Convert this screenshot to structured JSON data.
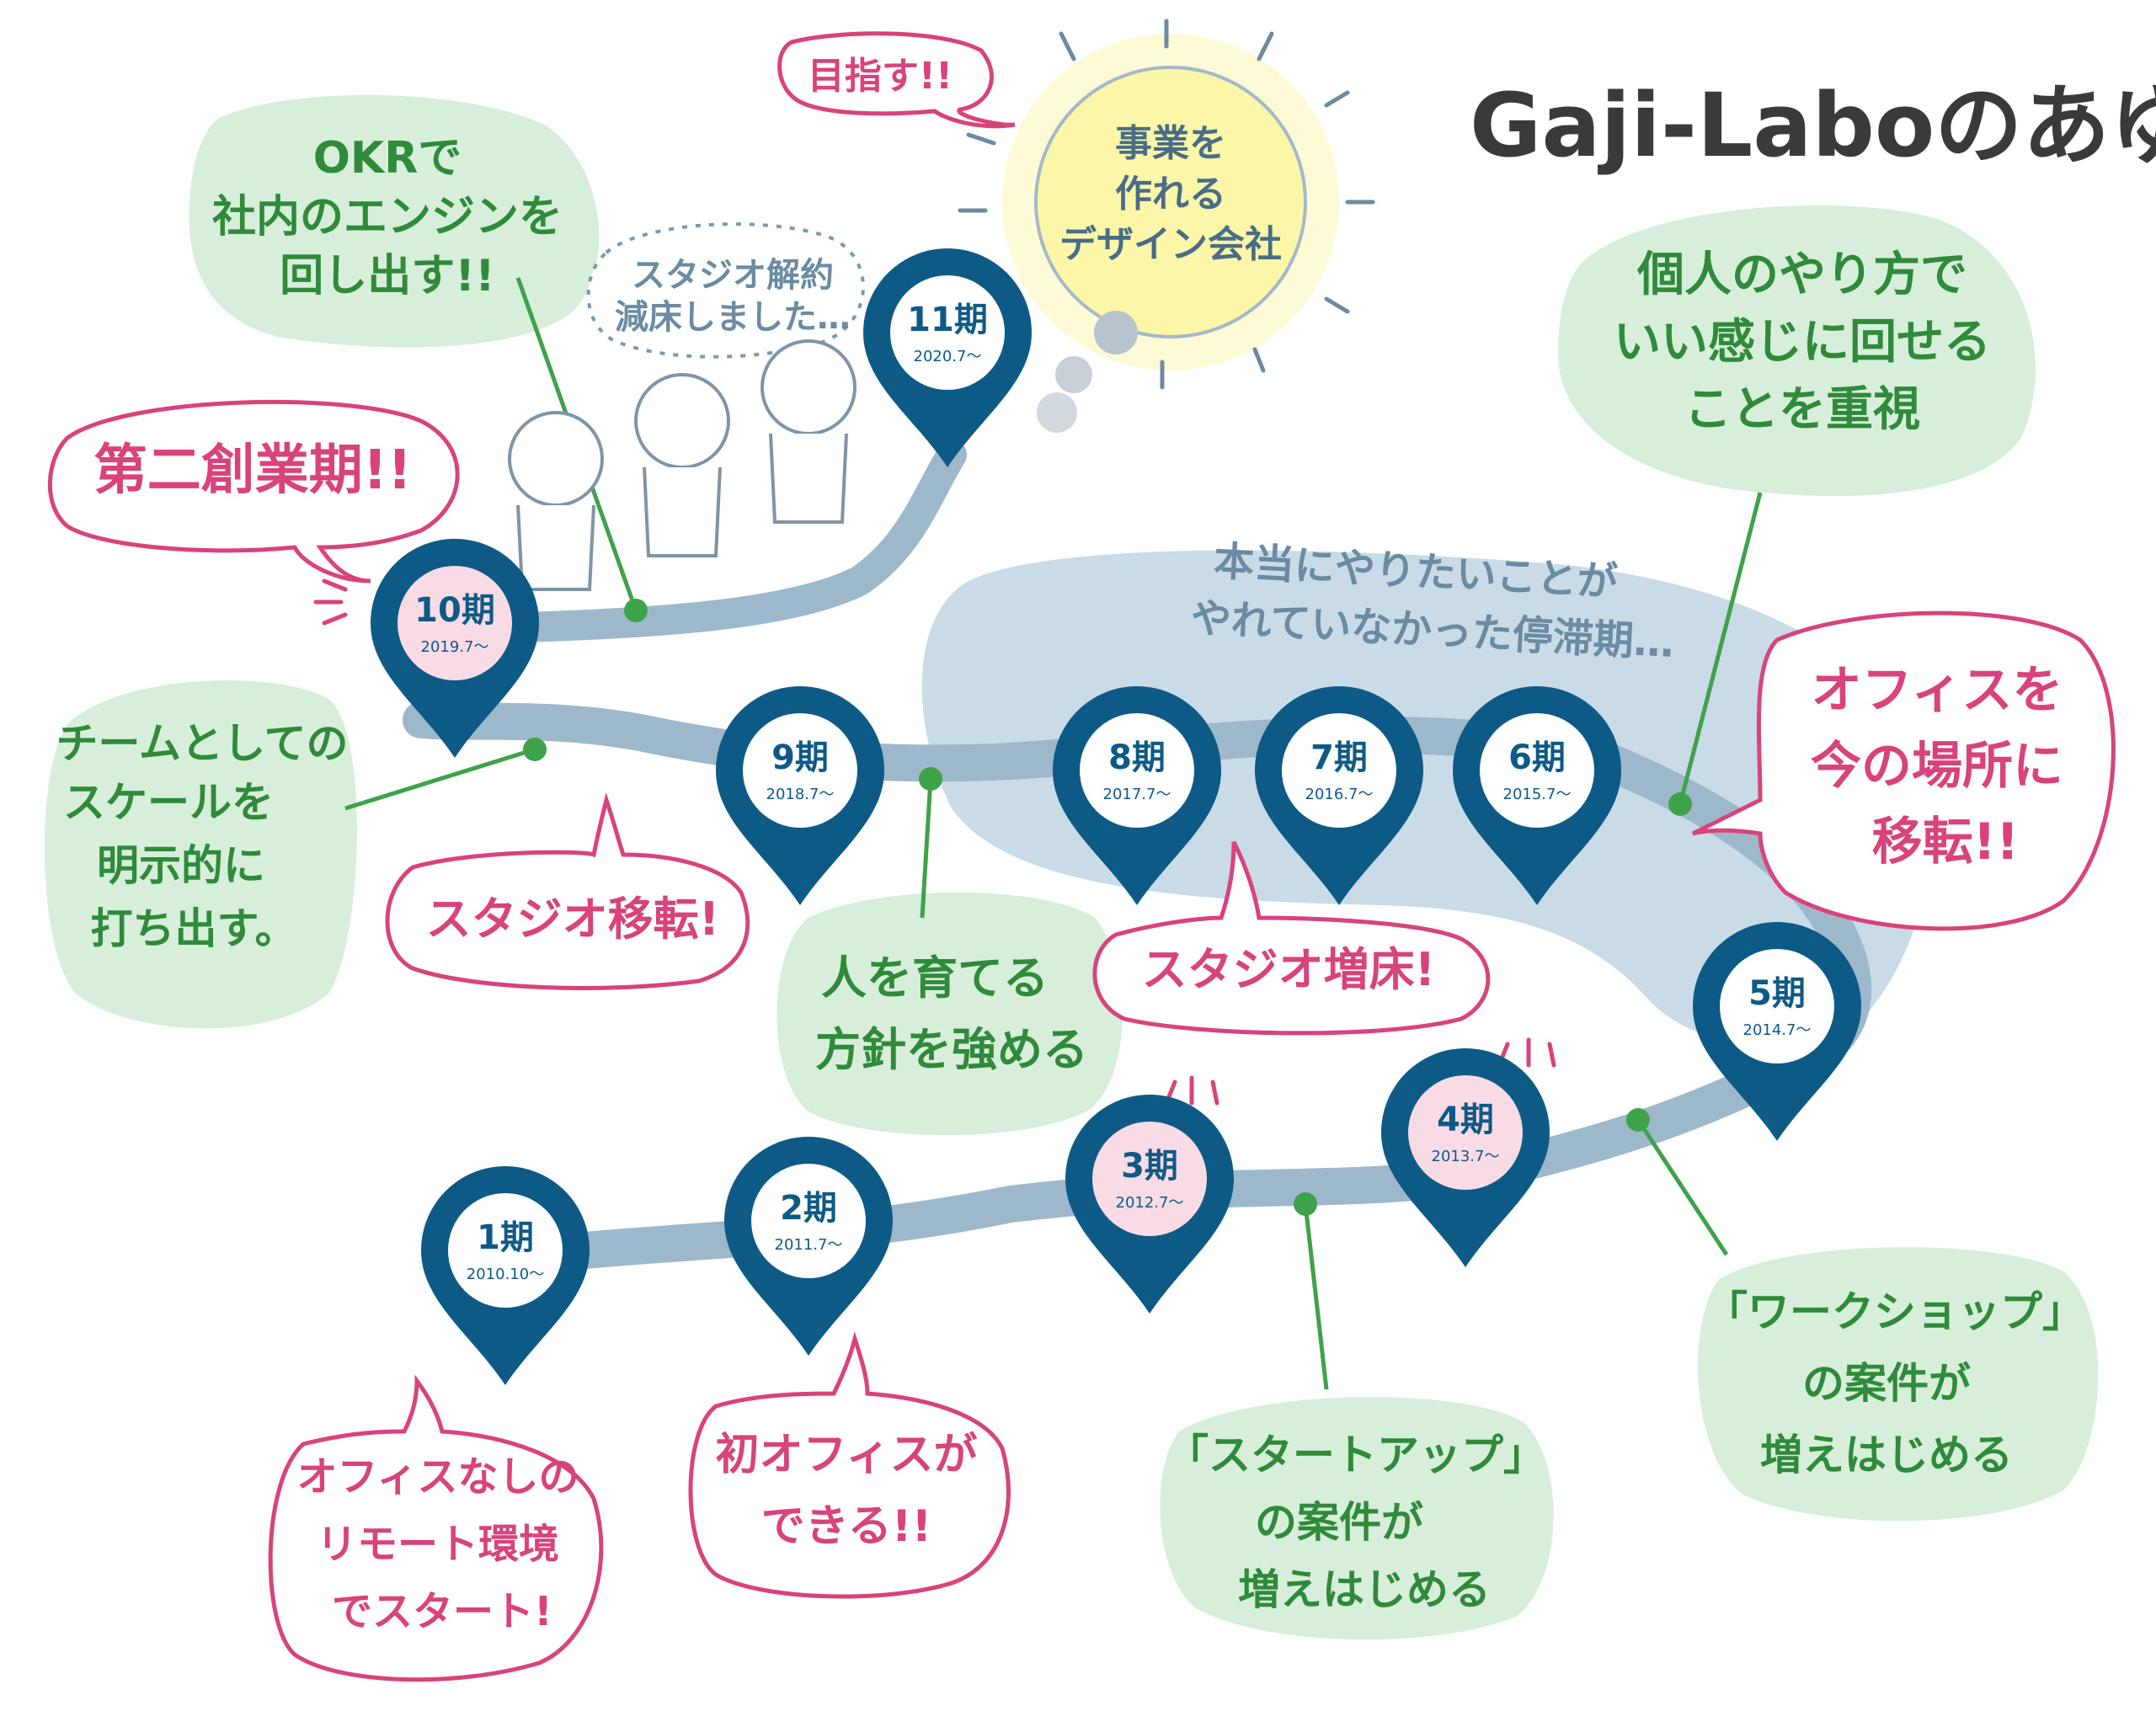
{
  "title": "Gaji-Laboのあゆみ",
  "colors": {
    "pin": "#0d5a86",
    "path": "#9db8cb",
    "green_blob": "#d7eedb",
    "green_text": "#2f8a3a",
    "pink_line": "#d9437c",
    "stagnation_area": "#c9dbe6",
    "sun": "#fbf6a8"
  },
  "pins": [
    {
      "id": "p1",
      "label": "1期",
      "date": "2010.10〜",
      "highlight": false
    },
    {
      "id": "p2",
      "label": "2期",
      "date": "2011.7〜",
      "highlight": false
    },
    {
      "id": "p3",
      "label": "3期",
      "date": "2012.7〜",
      "highlight": true
    },
    {
      "id": "p4",
      "label": "4期",
      "date": "2013.7〜",
      "highlight": true
    },
    {
      "id": "p5",
      "label": "5期",
      "date": "2014.7〜",
      "highlight": false
    },
    {
      "id": "p6",
      "label": "6期",
      "date": "2015.7〜",
      "highlight": false
    },
    {
      "id": "p7",
      "label": "7期",
      "date": "2016.7〜",
      "highlight": false
    },
    {
      "id": "p8",
      "label": "8期",
      "date": "2017.7〜",
      "highlight": false
    },
    {
      "id": "p9",
      "label": "9期",
      "date": "2018.7〜",
      "highlight": false
    },
    {
      "id": "p10",
      "label": "10期",
      "date": "2019.7〜",
      "highlight": true
    },
    {
      "id": "p11",
      "label": "11期",
      "date": "2020.7〜",
      "highlight": false
    }
  ],
  "green_notes": [
    {
      "id": "okr",
      "lines": [
        "OKRで",
        "社内のエンジンを",
        "回し出す!!"
      ]
    },
    {
      "id": "team_scale",
      "lines": [
        "チームとしての",
        "スケールを",
        "明示的に",
        "打ち出す。"
      ]
    },
    {
      "id": "grow_people",
      "lines": [
        "人を育てる",
        "方針を強める"
      ]
    },
    {
      "id": "individual",
      "lines": [
        "個人のやり方で",
        "いい感じに回せる",
        "ことを重視"
      ]
    },
    {
      "id": "startup",
      "lines": [
        "「スタートアップ」",
        "の案件が",
        "増えはじめる"
      ]
    },
    {
      "id": "workshop",
      "lines": [
        "「ワークショップ」",
        "の案件が",
        "増えはじめる"
      ]
    }
  ],
  "pink_notes": [
    {
      "id": "second_founding",
      "lines": [
        "第二創業期!!"
      ]
    },
    {
      "id": "studio_move",
      "lines": [
        "スタジオ移転!"
      ]
    },
    {
      "id": "studio_expand",
      "lines": [
        "スタジオ増床!"
      ]
    },
    {
      "id": "office_move",
      "lines": [
        "オフィスを",
        "今の場所に",
        "移転!!"
      ]
    },
    {
      "id": "remote_start",
      "lines": [
        "オフィスなしの",
        "リモート環境",
        "でスタート!"
      ]
    },
    {
      "id": "first_office",
      "lines": [
        "初オフィスが",
        "できる!!"
      ]
    },
    {
      "id": "aim",
      "lines": [
        "目指す!!"
      ]
    }
  ],
  "stagnation": {
    "lines": [
      "本当にやりたいことが",
      "やれていなかった停滞期…"
    ]
  },
  "studio_cancel": {
    "lines": [
      "スタジオ解約",
      "減床しました…"
    ]
  },
  "sun": {
    "lines": [
      "事業を",
      "作れる",
      "デザイン会社"
    ]
  }
}
